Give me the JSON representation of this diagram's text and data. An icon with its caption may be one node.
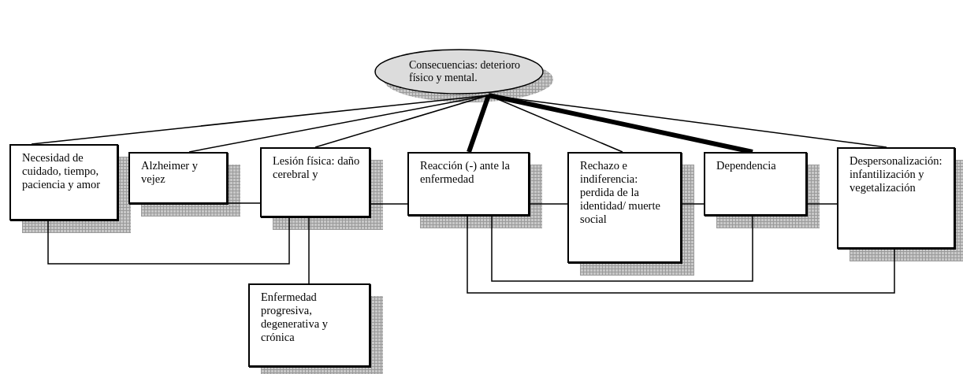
{
  "diagram": {
    "nodes": [
      {
        "text": [
          "Consecuencias: deterioro físico y mental."
        ]
      },
      {
        "text": [
          "Necesidad de cuidado, tiempo, paciencia y amor"
        ]
      },
      {
        "text": [
          "Alzheimer y vejez"
        ]
      },
      {
        "text": [
          "Lesión física: daño cerebral y"
        ]
      },
      {
        "text": [
          "Enfermedad progresiva, degenerativa y crónica"
        ]
      },
      {
        "text": [
          "Reacción (-) ante la enfermedad"
        ]
      },
      {
        "text": [
          "Rechazo e indiferencia: perdida de la identidad/ muerte social"
        ]
      },
      {
        "text": [
          "Dependencia"
        ]
      },
      {
        "text": [
          "Despersonalización: infantilización y vegetalización"
        ]
      }
    ],
    "edges": [
      {
        "from": 0,
        "to": 1,
        "arrow": "none"
      },
      {
        "from": 0,
        "to": 2,
        "arrow": "none"
      },
      {
        "from": 0,
        "to": 3,
        "arrow": "none"
      },
      {
        "from": 0,
        "to": 5,
        "arrow": "none",
        "style": "thick"
      },
      {
        "from": 0,
        "to": 6,
        "arrow": "none"
      },
      {
        "from": 0,
        "to": 7,
        "arrow": "none",
        "style": "thick"
      },
      {
        "from": 0,
        "to": 8,
        "arrow": "none"
      },
      {
        "from": 2,
        "to": 3,
        "arrow": "none"
      },
      {
        "from": 3,
        "to": 5,
        "arrow": "none"
      },
      {
        "from": 5,
        "to": 6,
        "arrow": "none"
      },
      {
        "from": 6,
        "to": 7,
        "arrow": "none"
      },
      {
        "from": 7,
        "to": 8,
        "arrow": "none"
      },
      {
        "from": 1,
        "to": 3,
        "arrow": "none"
      },
      {
        "from": 3,
        "to": 4,
        "arrow": "none"
      },
      {
        "from": 5,
        "to": 7,
        "arrow": "none"
      },
      {
        "from": 5,
        "to": 8,
        "arrow": "none"
      }
    ]
  }
}
